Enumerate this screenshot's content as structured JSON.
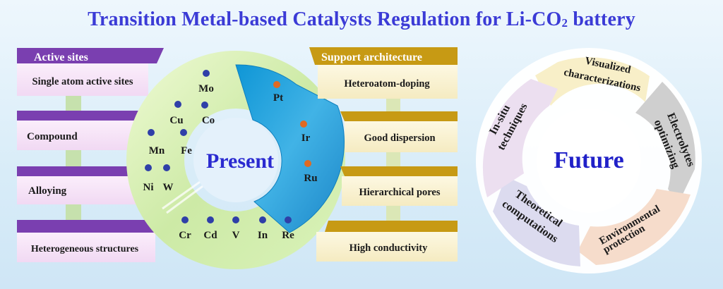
{
  "title": {
    "main": "Transition Metal-based Catalysts Regulation for Li-CO",
    "sub": "2",
    "tail": " battery"
  },
  "active_sites": {
    "header": "Active sites",
    "items": [
      "Single atom active sites",
      "Compound",
      "Alloying",
      "Heterogeneous structures"
    ]
  },
  "support": {
    "header": "Support architecture",
    "items": [
      "Heteroatom-doping",
      "Good dispersion",
      "Hierarchical pores",
      "High conductivity"
    ]
  },
  "present": {
    "label": "Present",
    "blue_elements": [
      "Mo",
      "Cu",
      "Co",
      "Mn",
      "Fe",
      "Ni",
      "W",
      "Cr",
      "Cd",
      "V",
      "In",
      "Re"
    ],
    "orange_elements": [
      "Pt",
      "Ir",
      "Ru"
    ]
  },
  "future": {
    "label": "Future",
    "segments": [
      {
        "line1": "Visualized",
        "line2": "characterizations"
      },
      {
        "line1": "Electrolytes",
        "line2": "optimizing"
      },
      {
        "line1": "Environmental",
        "line2": "protection"
      },
      {
        "line1": "Theoretical",
        "line2": "computations"
      },
      {
        "line1": "In-situ",
        "line2": "techniques"
      }
    ]
  },
  "colors": {
    "title": "#3b3bd6",
    "purple": "#7a3fb0",
    "gold": "#c79a14",
    "green_connector": "#bfdca0",
    "dot_blue": "#2f3fa8",
    "dot_orange": "#e06a22",
    "present_text": "#2a2ad0",
    "future_text": "#2020c8"
  }
}
